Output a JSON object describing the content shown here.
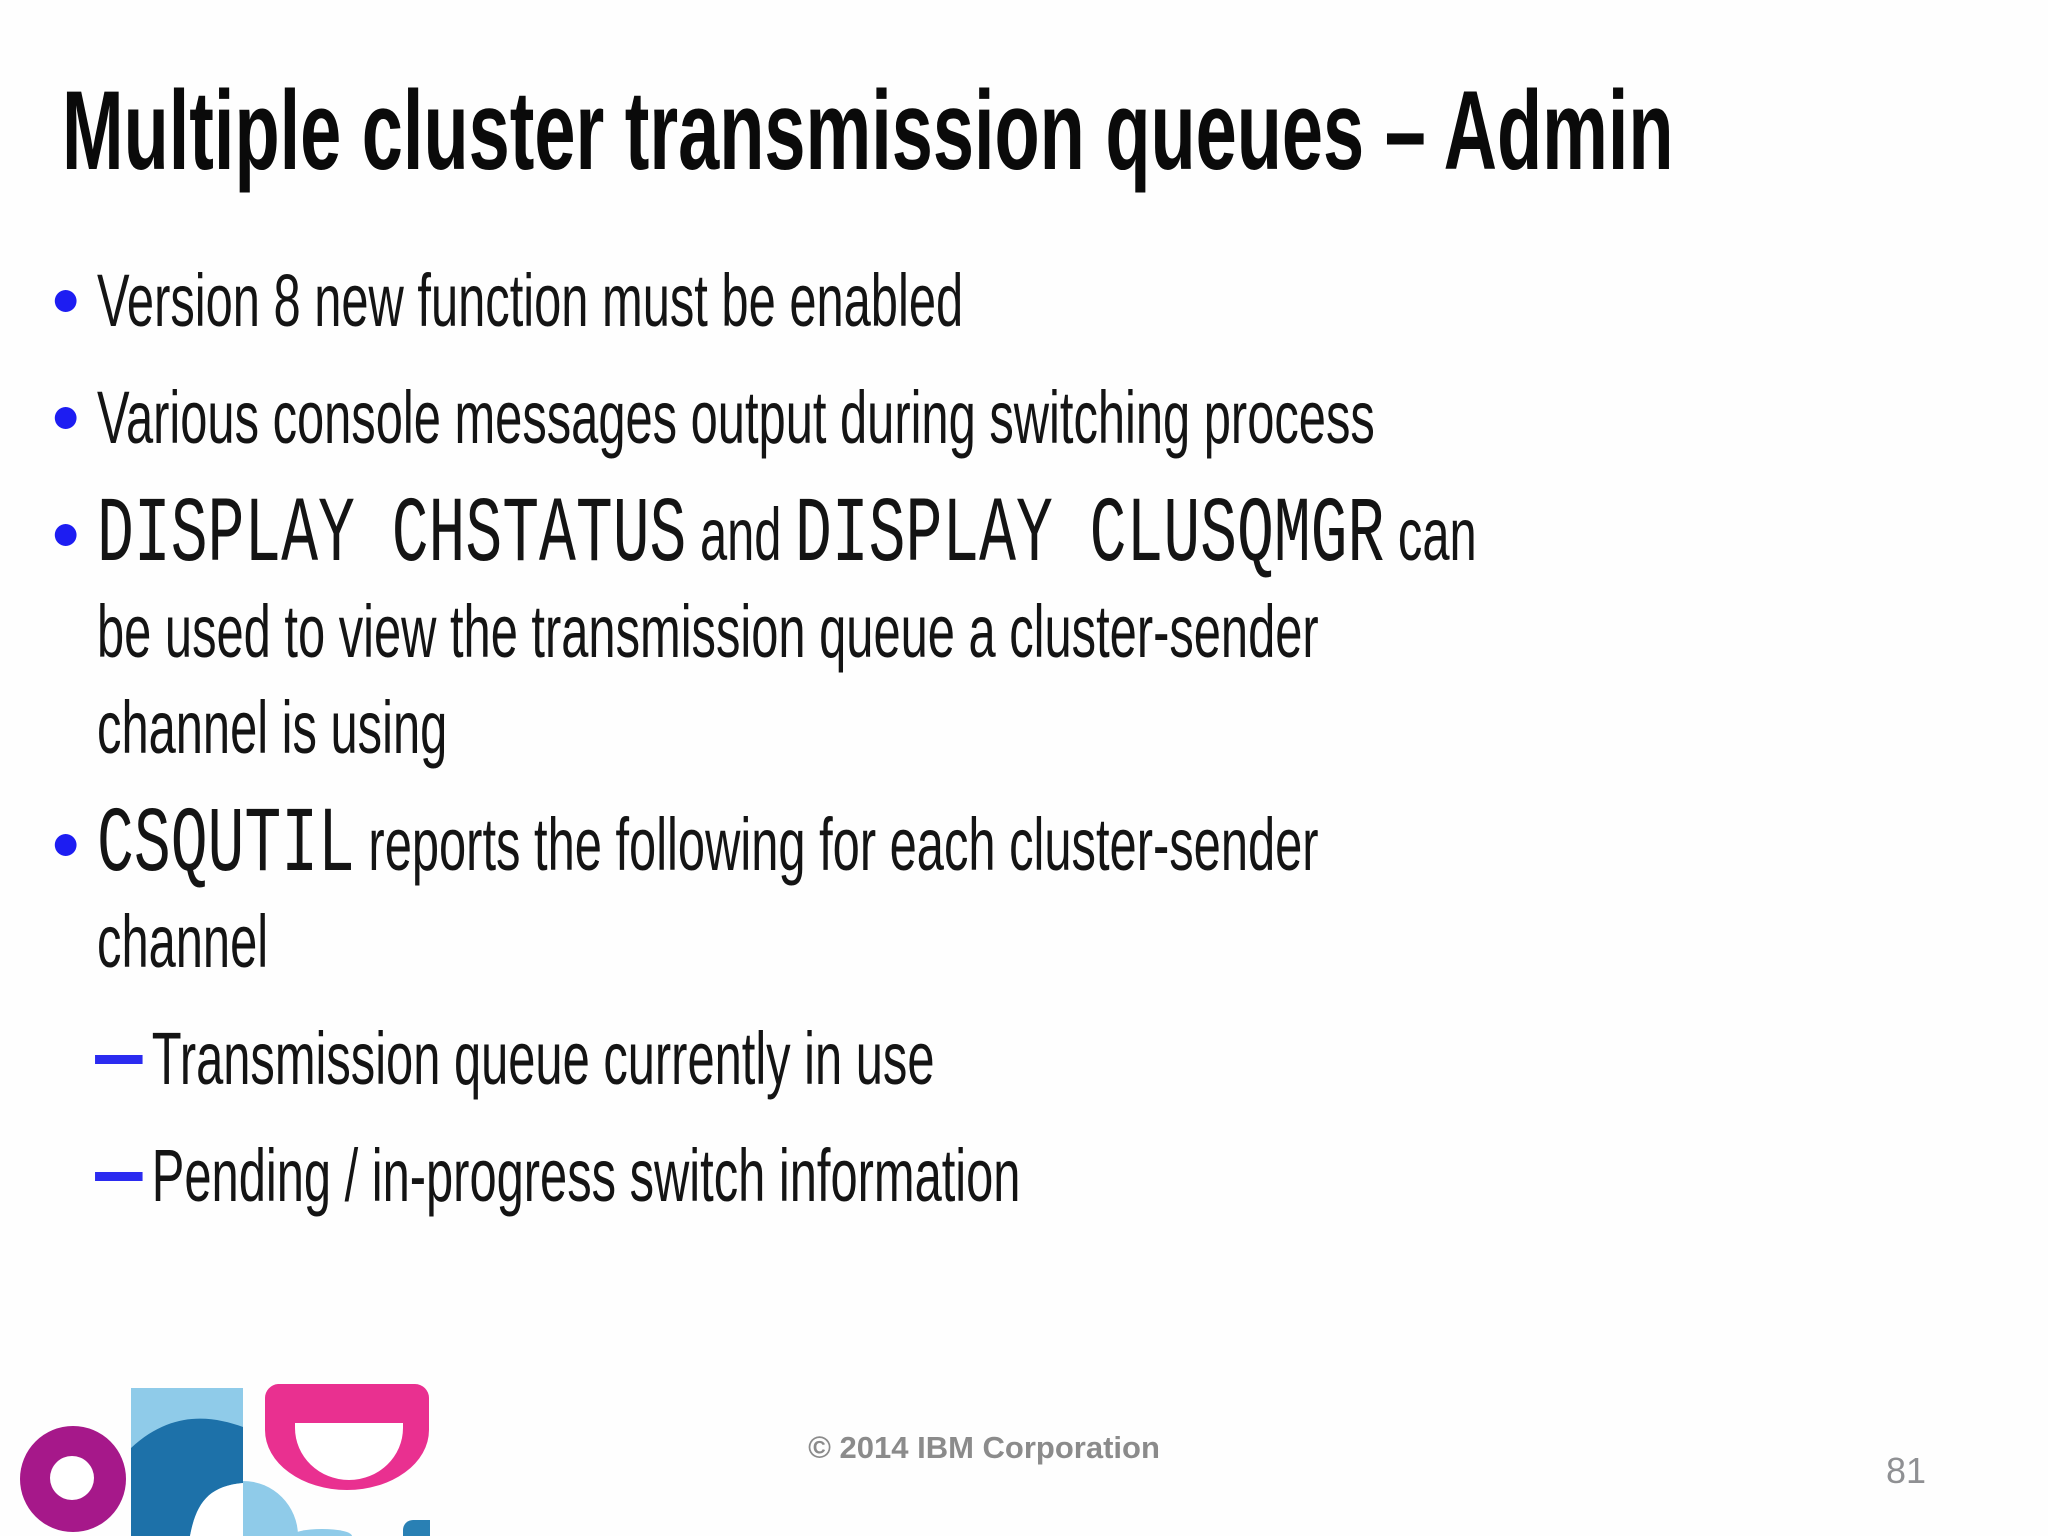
{
  "slide": {
    "title": "Multiple cluster transmission queues – Admin",
    "bullets": [
      {
        "level": 1,
        "marker": "dot",
        "segments": [
          {
            "mono": false,
            "text": "Version 8 new function must be enabled"
          }
        ]
      },
      {
        "level": 1,
        "marker": "dot",
        "segments": [
          {
            "mono": false,
            "text": "Various console messages output during switching process"
          }
        ]
      },
      {
        "level": 1,
        "marker": "dot",
        "segments": [
          {
            "mono": true,
            "text": "DISPLAY CHSTATUS"
          },
          {
            "mono": false,
            "text": " and "
          },
          {
            "mono": true,
            "text": "DISPLAY CLUSQMGR"
          },
          {
            "mono": false,
            "text": " can\nbe used to view the transmission queue a cluster-sender\nchannel is using"
          }
        ]
      },
      {
        "level": 1,
        "marker": "dot",
        "segments": [
          {
            "mono": true,
            "text": "CSQUTIL"
          },
          {
            "mono": false,
            "text": " reports the following for each cluster-sender\nchannel"
          }
        ]
      },
      {
        "level": 2,
        "marker": "dash",
        "segments": [
          {
            "mono": false,
            "text": "Transmission queue currently in use"
          }
        ]
      },
      {
        "level": 2,
        "marker": "dash",
        "segments": [
          {
            "mono": false,
            "text": "Pending / in-progress switch information"
          }
        ]
      }
    ],
    "footer": {
      "copyright": "© 2014 IBM Corporation",
      "page_number": "81"
    },
    "colors": {
      "bullet_blue": "#1d1df2",
      "dash_blue": "#2b2bf0",
      "text_black": "#141414",
      "footer_gray": "#8b8b8b",
      "logo_magenta": "#a6188a",
      "logo_pink": "#e93090",
      "logo_light_blue": "#8fcbe9",
      "logo_dark_blue": "#1d71a9",
      "logo_mid_blue": "#2980b4"
    }
  }
}
